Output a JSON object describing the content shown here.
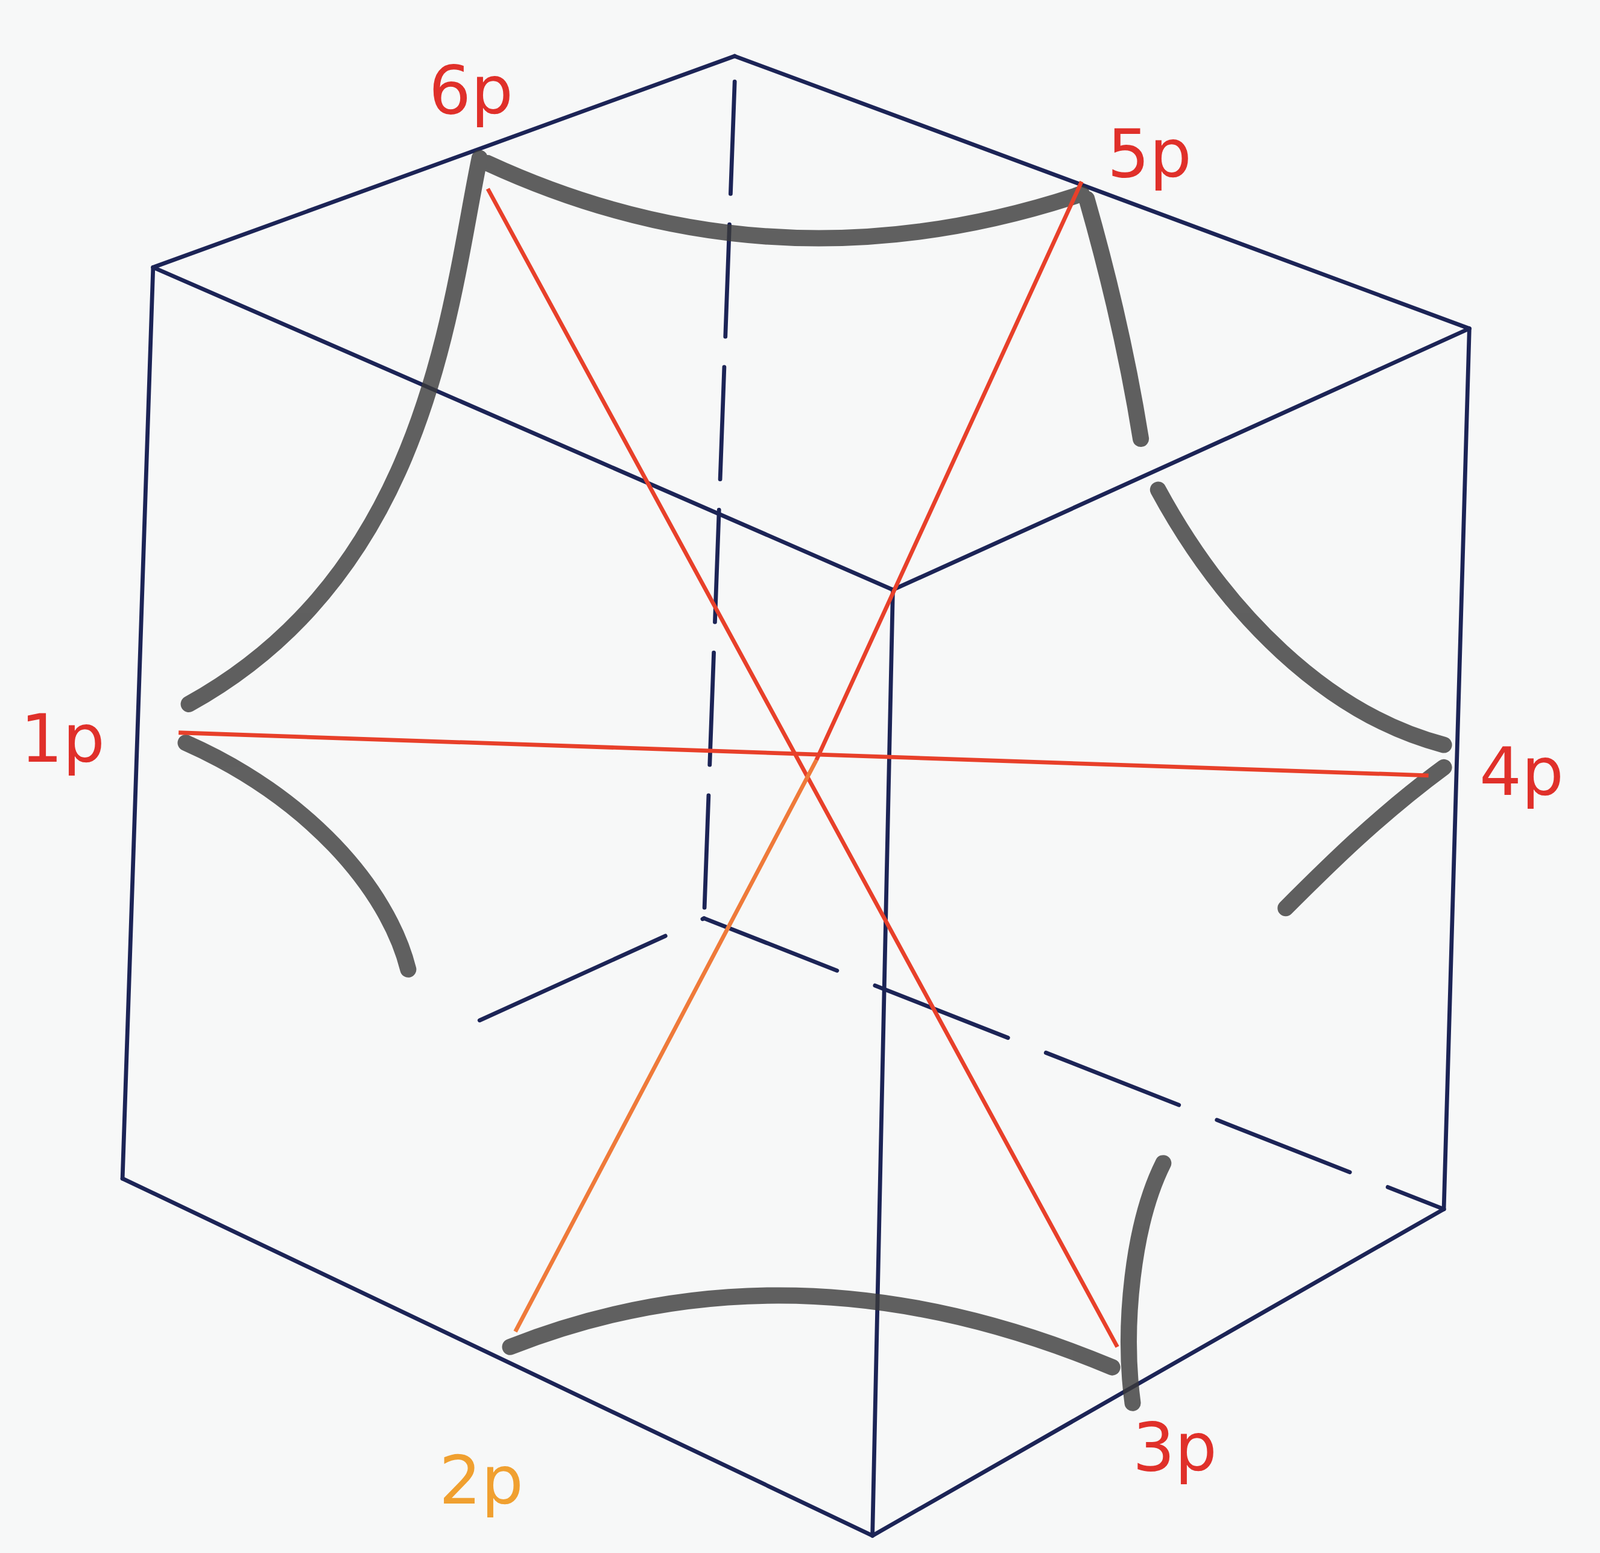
{
  "diagram": {
    "labels": [
      "6p",
      "5p",
      "1p",
      "4p",
      "2p",
      "3p"
    ]
  }
}
